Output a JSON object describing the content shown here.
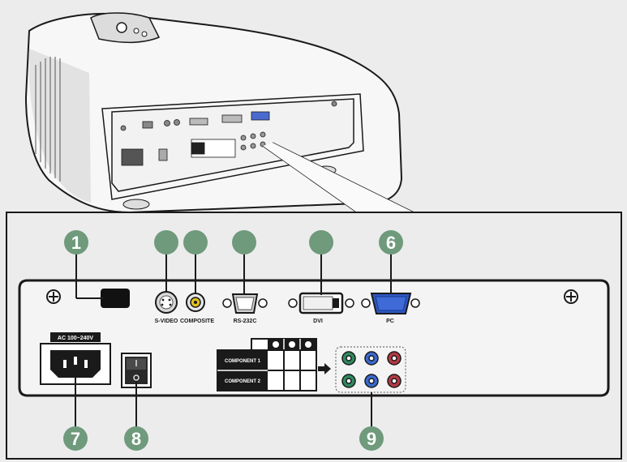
{
  "panel": {
    "labels": {
      "svideo": "S-VIDEO",
      "composite": "COMPOSITE",
      "rs232c": "RS-232C",
      "dvi": "DVI",
      "pc": "PC",
      "ac": "AC 100~240V",
      "component1": "COMPONENT 1",
      "component2": "COMPONENT 2"
    },
    "callouts": {
      "n1": "1",
      "n6": "6",
      "n7": "7",
      "n8": "8",
      "n9": "9"
    }
  },
  "colors": {
    "callout_fill": "#6f9a7c",
    "callout_text": "#ffffff",
    "outline": "#1a1a1a",
    "panel_fill": "#f4f4f4",
    "background": "#ececec",
    "vga_blue": "#2f57c4",
    "jack_green": "#2f8a5e",
    "jack_blue": "#3a6ad0",
    "jack_red": "#b23a44",
    "jack_yellow": "#e0c020"
  }
}
